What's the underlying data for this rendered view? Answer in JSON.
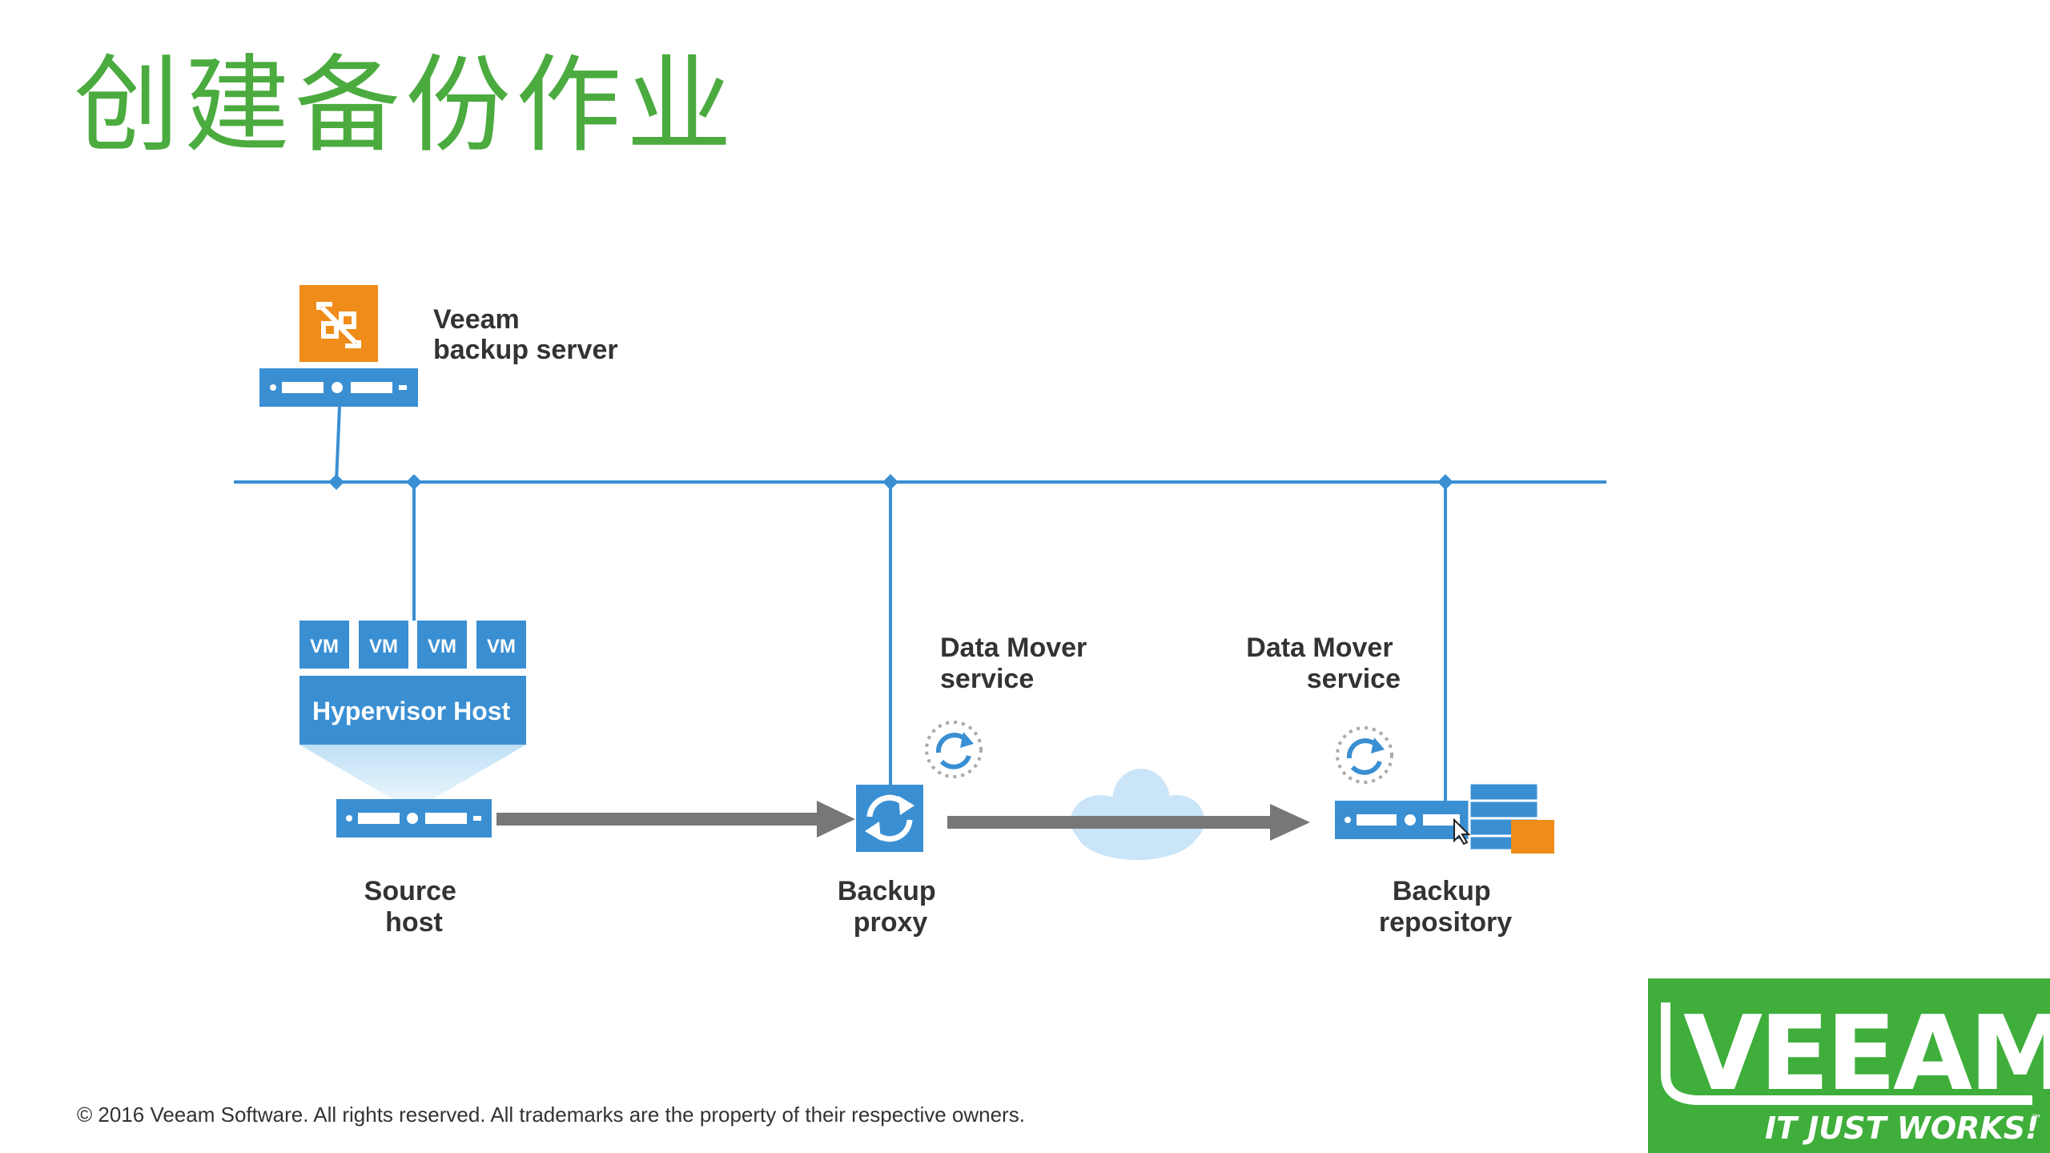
{
  "title": "创建备份作业",
  "diagram": {
    "veeam_server_label": [
      "Veeam",
      "backup server"
    ],
    "vm_badge": "VM",
    "hypervisor_label": "Hypervisor Host",
    "data_mover_proxy_label": [
      "Data Mover",
      "service"
    ],
    "data_mover_repo_label": [
      "Data Mover",
      "service"
    ],
    "source_host_label": [
      "Source",
      "host"
    ],
    "backup_proxy_label": [
      "Backup",
      "proxy"
    ],
    "backup_repository_label": [
      "Backup",
      "repository"
    ]
  },
  "footer": "© 2016 Veeam Software. All rights reserved. All trademarks are the property of their respective owners.",
  "logo": {
    "wordmark": "VEEAM",
    "tagline": "IT JUST WORKS!",
    "tm": "™"
  },
  "colors": {
    "title_green": "#4bab3f",
    "server_blue": "#3a8fd3",
    "orange": "#f08c1a",
    "arrow_gray": "#777777",
    "logo_green": "#3fae3b"
  }
}
